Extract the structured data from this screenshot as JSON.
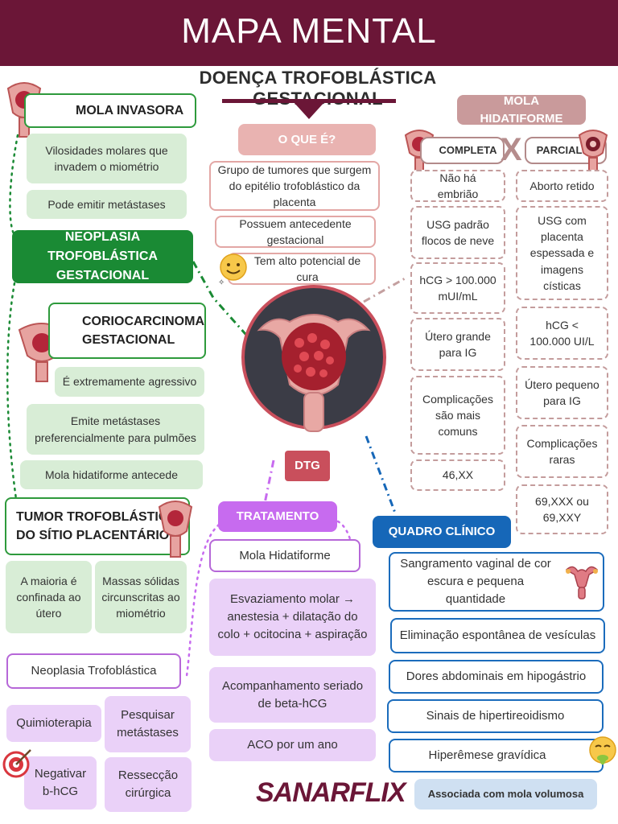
{
  "header": {
    "title": "MAPA MENTAL",
    "subtitle": "DOENÇA TROFOBLÁSTICA GESTACIONAL"
  },
  "center": {
    "label": "DTG"
  },
  "colors": {
    "header": "#6b1637",
    "green": "#1a8a34",
    "pink": "#e9b3b1",
    "purple": "#c76bef",
    "blue": "#1667b8"
  },
  "o_que_e": {
    "title": "O QUE É?",
    "items": [
      "Grupo de tumores que surgem do epitélio trofoblástico da placenta",
      "Possuem antecedente gestacional",
      "Tem alto potencial de cura"
    ]
  },
  "mola_invasora": {
    "title": "MOLA INVASORA",
    "items": [
      "Vilosidades molares que invadem o miométrio",
      "Pode emitir metástases"
    ]
  },
  "neoplasia": {
    "title": "NEOPLASIA TROFOBLÁSTICA GESTACIONAL"
  },
  "coriocarcinoma": {
    "title": "CORIOCARCINOMA GESTACIONAL",
    "items": [
      "É extremamente agressivo",
      "Emite metástases preferencialmente para pulmões",
      "Mola hidatiforme antecede"
    ]
  },
  "tumor_sitio": {
    "title": "TUMOR TROFOBLÁSTICO DO SÍTIO PLACENTÁRIO",
    "items": [
      "A maioria é confinada ao útero",
      "Massas sólidas circunscritas ao miométrio"
    ]
  },
  "mola_hidatiforme": {
    "title": "MOLA HIDATIFORME",
    "x": "X",
    "completa": {
      "label": "COMPLETA",
      "items": [
        "Não há embrião",
        "USG padrão flocos de neve",
        "hCG > 100.000 mUI/mL",
        "Útero grande para IG",
        "Complicações são mais comuns",
        "46,XX"
      ]
    },
    "parcial": {
      "label": "PARCIAL",
      "items": [
        "Aborto retido",
        "USG com placenta espessada e imagens císticas",
        "hCG < 100.000 UI/L",
        "Útero pequeno para IG",
        "Complicações raras",
        "69,XXX ou 69,XXY"
      ]
    }
  },
  "tratamento": {
    "title": "TRATAMENTO",
    "mola": "Mola Hidatiforme",
    "mola_items": [
      "Esvaziamento molar → anestesia + dilatação do colo + ocitocina + aspiração",
      "Acompanhamento seriado de beta-hCG",
      "ACO por um ano"
    ],
    "neoplasia": "Neoplasia Trofoblástica",
    "neoplasia_items": [
      "Quimioterapia",
      "Pesquisar metástases",
      "Negativar b-hCG",
      "Ressecção cirúrgica"
    ]
  },
  "quadro_clinico": {
    "title": "QUADRO CLÍNICO",
    "items": [
      "Sangramento vaginal de cor escura e pequena quantidade",
      "Eliminação espontânea de vesículas",
      "Dores abdominais em hipogástrio",
      "Sinais de hipertireoidismo",
      "Hiperêmese gravídica"
    ],
    "note": "Associada com mola volumosa"
  },
  "brand": {
    "name": "SANARFLIX"
  }
}
